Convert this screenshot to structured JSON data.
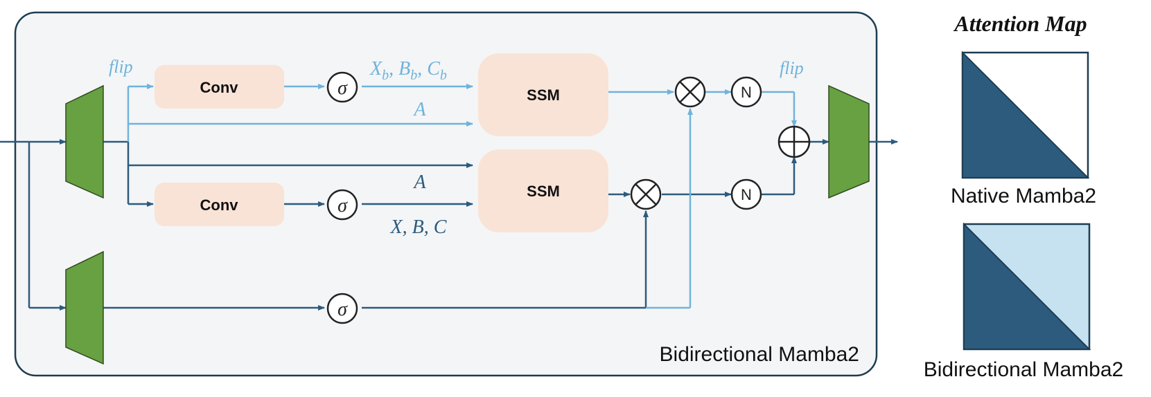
{
  "diagram": {
    "block_caption": "Bidirectional Mamba2",
    "conv_top": "Conv",
    "conv_bottom": "Conv",
    "ssm_top": "SSM",
    "ssm_bottom": "SSM",
    "sigma": "σ",
    "norm": "N",
    "flip_left": "flip",
    "flip_right": "flip",
    "top_inputs": {
      "x": "X",
      "b": "B",
      "c": "C",
      "sub": "b",
      "sep": ", "
    },
    "a_top": "A",
    "a_bottom": "A",
    "bottom_inputs": "X, B, C"
  },
  "attention": {
    "title": "Attention Map",
    "native_label": "Native Mamba2",
    "bidirectional_label": "Bidirectional Mamba2"
  },
  "colors": {
    "dark_line": "#2c5b7d",
    "light_line": "#6fb3dc",
    "panel_bg": "#f4f5f6",
    "panel_border": "#1d3d52",
    "box_fill": "#f9e3d7",
    "trapezoid": "#67a142",
    "triangle_dark": "#2c5b7d",
    "triangle_light": "#c6e2f1"
  },
  "icons": [
    "multiply-icon",
    "add-icon"
  ]
}
